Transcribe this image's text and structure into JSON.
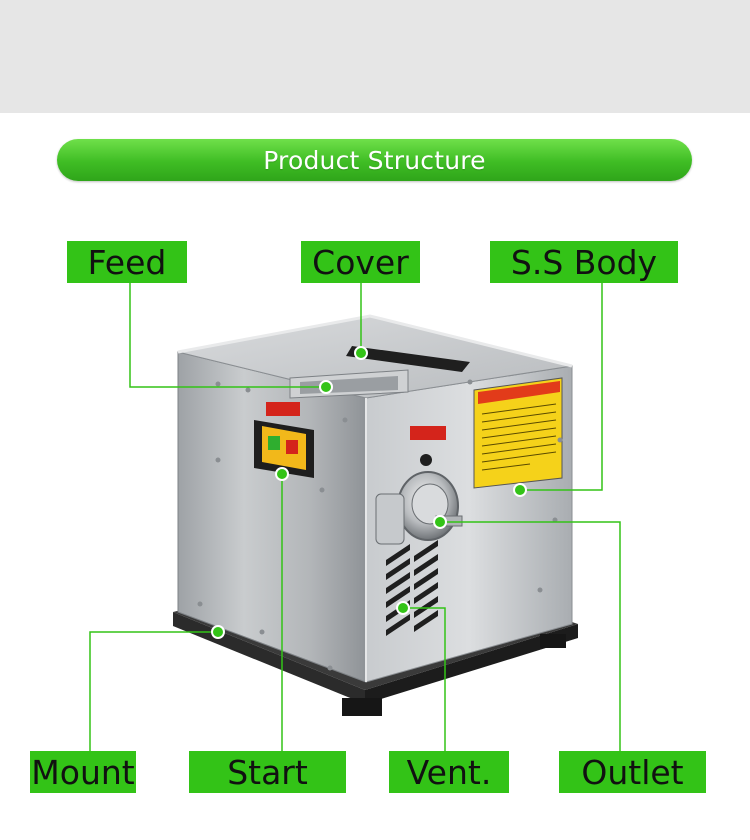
{
  "banner": {
    "title": "Product Structure"
  },
  "labels": {
    "feed": "Feed",
    "cover": "Cover",
    "body": "S.S Body",
    "mount": "Mount",
    "start": "Start",
    "vent": "Vent.",
    "outlet": "Outlet"
  },
  "colors": {
    "accent_green": "#33c317",
    "banner_green": "#3fbd24",
    "background_band": "#e6e6e6",
    "stainless_steel": "#b9bcbf",
    "warning_yellow": "#f5d21a"
  }
}
